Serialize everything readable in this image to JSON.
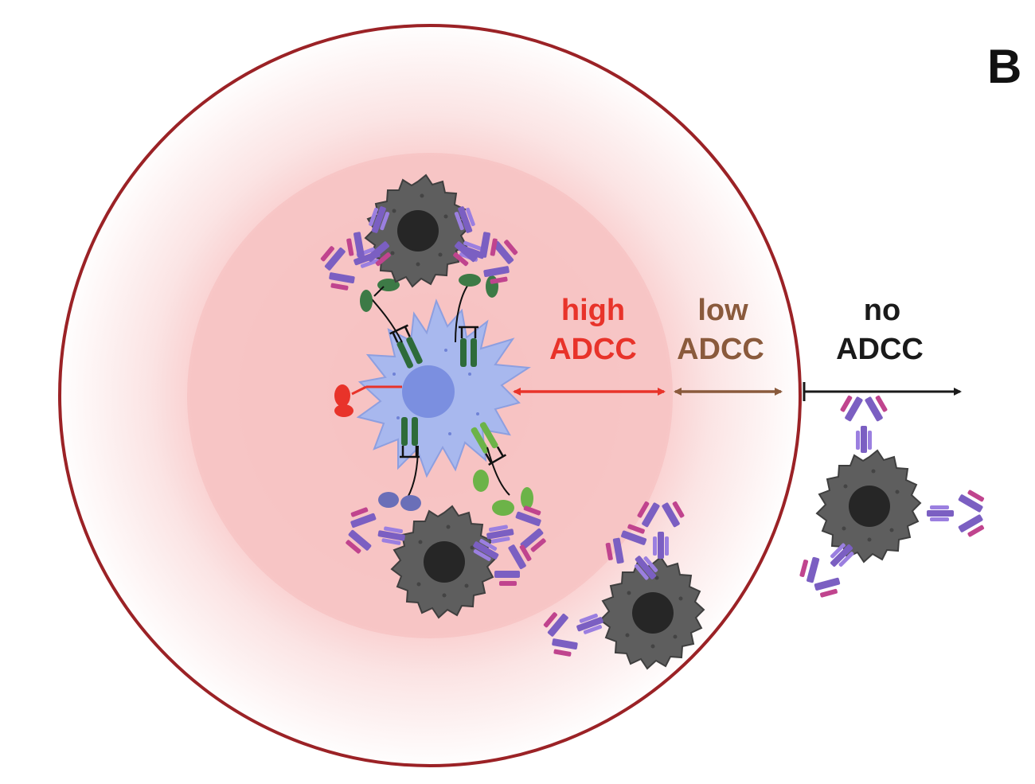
{
  "panel_letter": "B",
  "zones": [
    {
      "line1": "high",
      "line2": "ADCC",
      "color": "#e8332a"
    },
    {
      "line1": "low",
      "line2": "ADCC",
      "color": "#8a5a3c"
    },
    {
      "line1": "no",
      "line2": "ADCC",
      "color": "#1a1a1a"
    }
  ],
  "colors": {
    "outer_ring": "#9b2226",
    "inner_zone": "#f7c3c3",
    "effector_cell": "#a8b8ee",
    "effector_nucleus": "#7b8fe0",
    "target_cell": "#5e5e5e",
    "target_nucleus": "#262626",
    "antibody_heavy": "#7b5fc2",
    "antibody_light": "#c0448e",
    "receptor_dark": "#2e6b3a",
    "receptor_light": "#6cb348"
  },
  "icons": [
    "effector-cell-icon",
    "target-cell-icon",
    "antibody-icon",
    "receptor-icon",
    "ligand-icon"
  ]
}
